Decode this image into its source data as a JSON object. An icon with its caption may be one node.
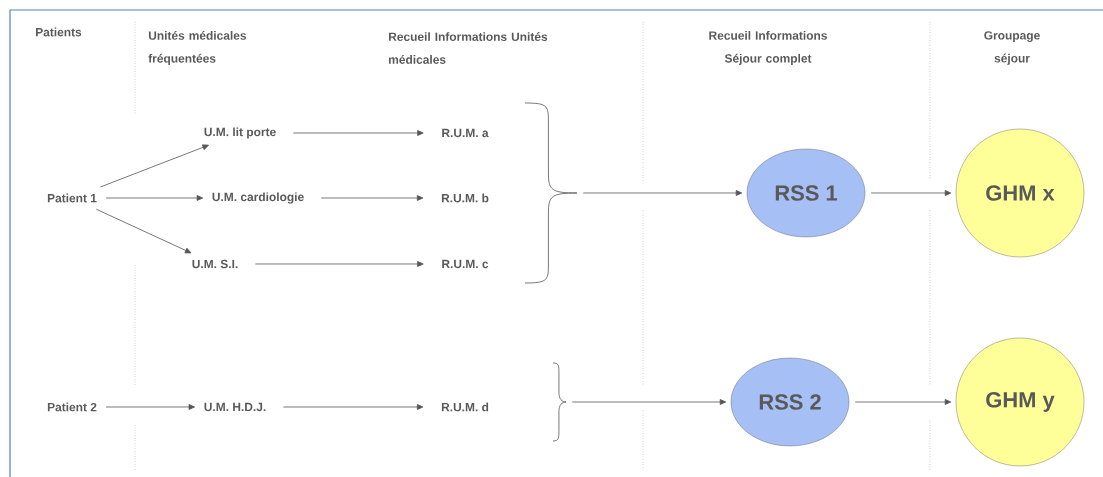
{
  "diagram": {
    "nodes": [
      {
        "text": [
          "Patient 1"
        ]
      },
      {
        "text": [
          "U.M. lit porte"
        ]
      },
      {
        "text": [
          "U.M. cardiologie"
        ]
      },
      {
        "text": [
          "U.M. S.I."
        ]
      },
      {
        "text": [
          "R.U.M. a"
        ]
      },
      {
        "text": [
          "R.U.M. b"
        ]
      },
      {
        "text": [
          "R.U.M. c"
        ]
      },
      {
        "text": [],
        "shape": "brace"
      },
      {
        "text": [
          "RSS 1"
        ]
      },
      {
        "text": [
          "GHM x"
        ]
      },
      {
        "text": [
          "Patient 2"
        ]
      },
      {
        "text": [
          "U.M. H.D.J."
        ]
      },
      {
        "text": [
          "R.U.M. d"
        ]
      },
      {
        "text": [],
        "shape": "brace"
      },
      {
        "text": [
          "RSS 2"
        ]
      },
      {
        "text": [
          "GHM y"
        ]
      }
    ],
    "edges": [
      {
        "from": 0,
        "to": 1,
        "arrow": "to"
      },
      {
        "from": 0,
        "to": 2,
        "arrow": "to"
      },
      {
        "from": 0,
        "to": 3,
        "arrow": "to"
      },
      {
        "from": 1,
        "to": 4,
        "arrow": "to"
      },
      {
        "from": 2,
        "to": 5,
        "arrow": "to"
      },
      {
        "from": 3,
        "to": 6,
        "arrow": "to"
      },
      {
        "from": 7,
        "to": 8,
        "arrow": "to"
      },
      {
        "from": 8,
        "to": 9,
        "arrow": "to"
      },
      {
        "from": 10,
        "to": 11,
        "arrow": "to"
      },
      {
        "from": 11,
        "to": 12,
        "arrow": "to"
      },
      {
        "from": 13,
        "to": 14,
        "arrow": "to"
      },
      {
        "from": 14,
        "to": 15,
        "arrow": "to"
      }
    ],
    "labels": [
      "Patients",
      "Unités médicales fréquentées",
      "Recueil Informations Unités médicales",
      "Recueil Informations Séjour complet",
      "Groupage séjour"
    ]
  }
}
